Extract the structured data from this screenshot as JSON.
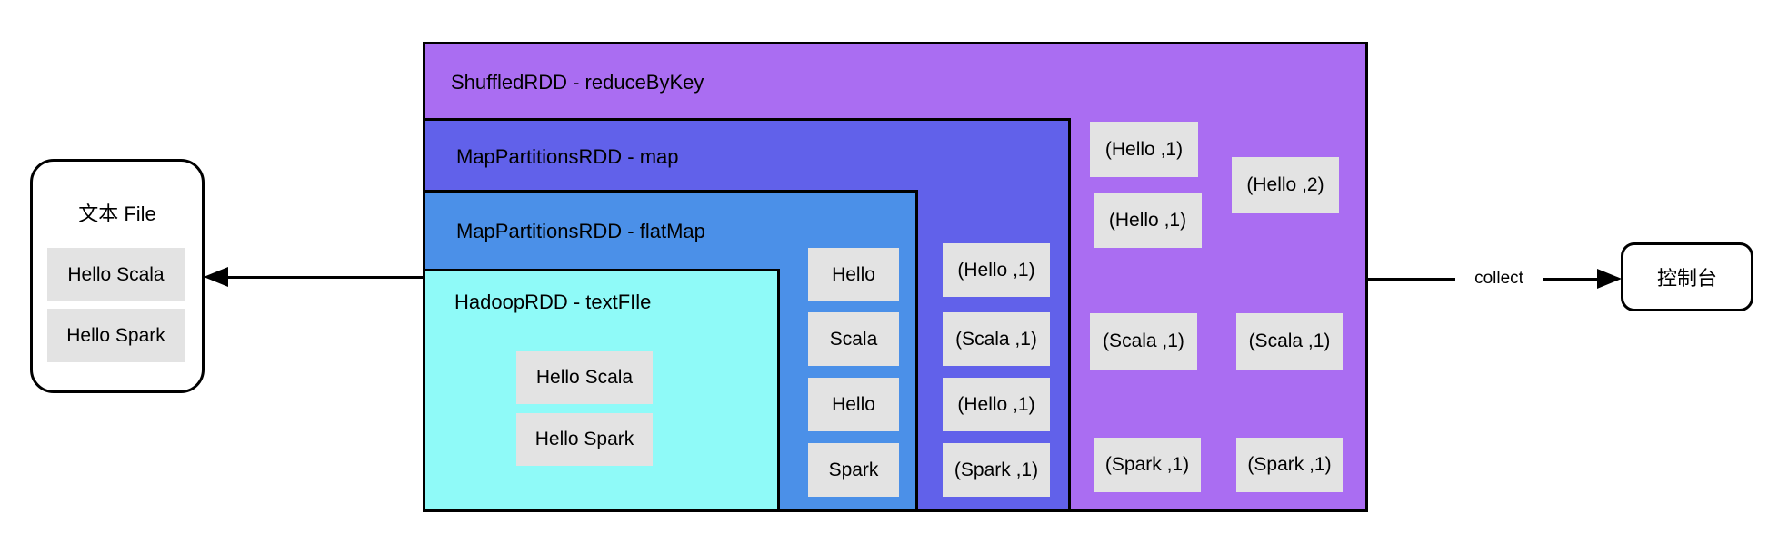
{
  "file_box": {
    "title": "文本 File",
    "items": [
      "Hello Scala",
      "Hello Spark"
    ]
  },
  "stages": {
    "shuffled": {
      "label": "ShuffledRDD - reduceByKey",
      "color": "#aa6df2"
    },
    "map": {
      "label": "MapPartitionsRDD - map",
      "color": "#6161ea"
    },
    "flatmap": {
      "label": "MapPartitionsRDD - flatMap",
      "color": "#4b90e8"
    },
    "hadoop": {
      "label": "HadoopRDD - textFIle",
      "color": "#8ffaf8"
    }
  },
  "cells": {
    "hadoop": [
      "Hello Scala",
      "Hello Spark"
    ],
    "flatmap": [
      "Hello",
      "Scala",
      "Hello",
      "Spark"
    ],
    "map": [
      "(Hello ,1)",
      "(Scala ,1)",
      "(Hello ,1)",
      "(Spark ,1)"
    ],
    "shuffled_pairs": [
      "(Hello ,1)",
      "(Hello ,1)",
      "(Scala ,1)",
      "(Spark ,1)"
    ],
    "shuffled_reduced": [
      "(Hello ,2)",
      "(Scala ,1)",
      "(Spark ,1)"
    ]
  },
  "labels": {
    "collect": "collect"
  },
  "console_box": {
    "title": "控制台"
  },
  "colors": {
    "cell_bg": "#e3e3e3",
    "border": "#000000",
    "background": "#ffffff"
  }
}
